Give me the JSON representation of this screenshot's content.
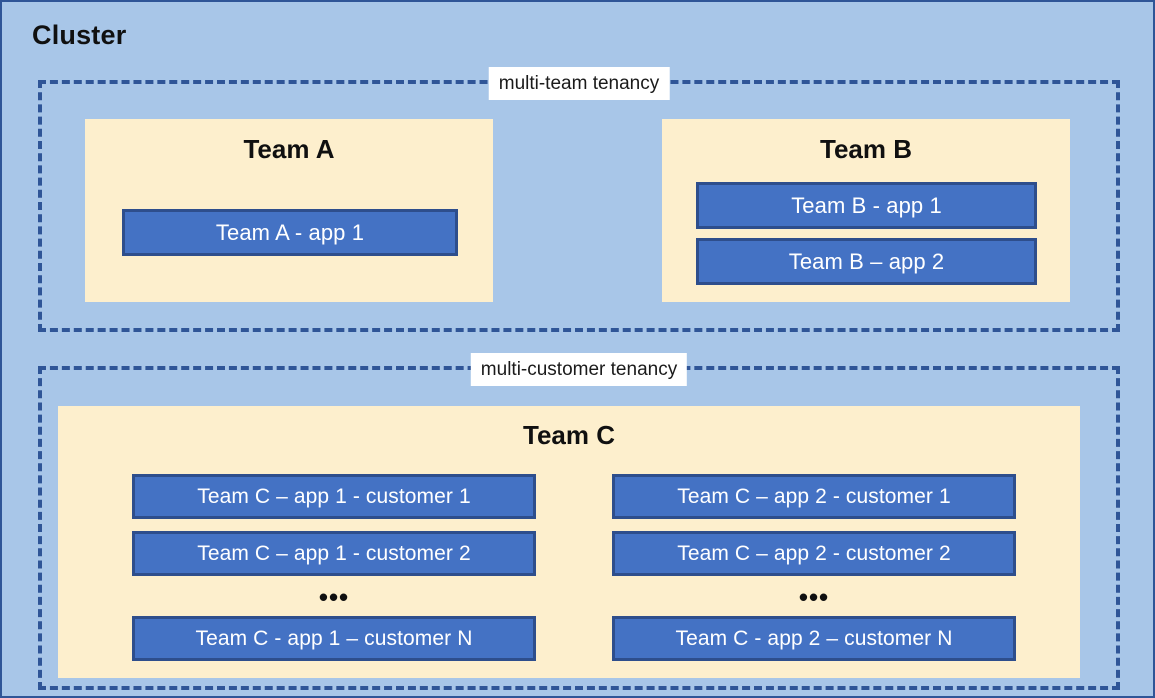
{
  "diagram": {
    "title": "Cluster",
    "colors": {
      "cluster_background": "#a8c6e8",
      "cluster_border": "#2f5597",
      "tenancy_border": "#2f5597",
      "team_box_fill": "#fdefcd",
      "app_box_fill": "#4472c4",
      "app_box_border": "#2e4e8c",
      "app_text": "#ffffff",
      "label_background": "#ffffff",
      "text": "#101010"
    },
    "groups": [
      {
        "id": "multi-team",
        "label": "multi-team tenancy",
        "teams": [
          {
            "id": "team-a",
            "title": "Team A",
            "apps": [
              {
                "id": "app-a1",
                "label": "Team A - app 1"
              }
            ]
          },
          {
            "id": "team-b",
            "title": "Team B",
            "apps": [
              {
                "id": "app-b1",
                "label": "Team B - app 1"
              },
              {
                "id": "app-b2",
                "label": "Team B – app 2"
              }
            ]
          }
        ]
      },
      {
        "id": "multi-customer",
        "label": "multi-customer tenancy",
        "teams": [
          {
            "id": "team-c",
            "title": "Team C",
            "columns": [
              {
                "id": "team-c-app-1",
                "apps": [
                  {
                    "id": "app-c1-1",
                    "label": "Team C – app 1 - customer 1"
                  },
                  {
                    "id": "app-c1-2",
                    "label": "Team C – app 1 - customer 2"
                  },
                  {
                    "id": "app-c1-n",
                    "label": "Team C - app 1 – customer N"
                  }
                ],
                "ellipsis": "•••"
              },
              {
                "id": "team-c-app-2",
                "apps": [
                  {
                    "id": "app-c2-1",
                    "label": "Team C – app 2 - customer 1"
                  },
                  {
                    "id": "app-c2-2",
                    "label": "Team C – app 2 - customer 2"
                  },
                  {
                    "id": "app-c2-n",
                    "label": "Team C - app 2 – customer N"
                  }
                ],
                "ellipsis": "•••"
              }
            ]
          }
        ]
      }
    ]
  }
}
